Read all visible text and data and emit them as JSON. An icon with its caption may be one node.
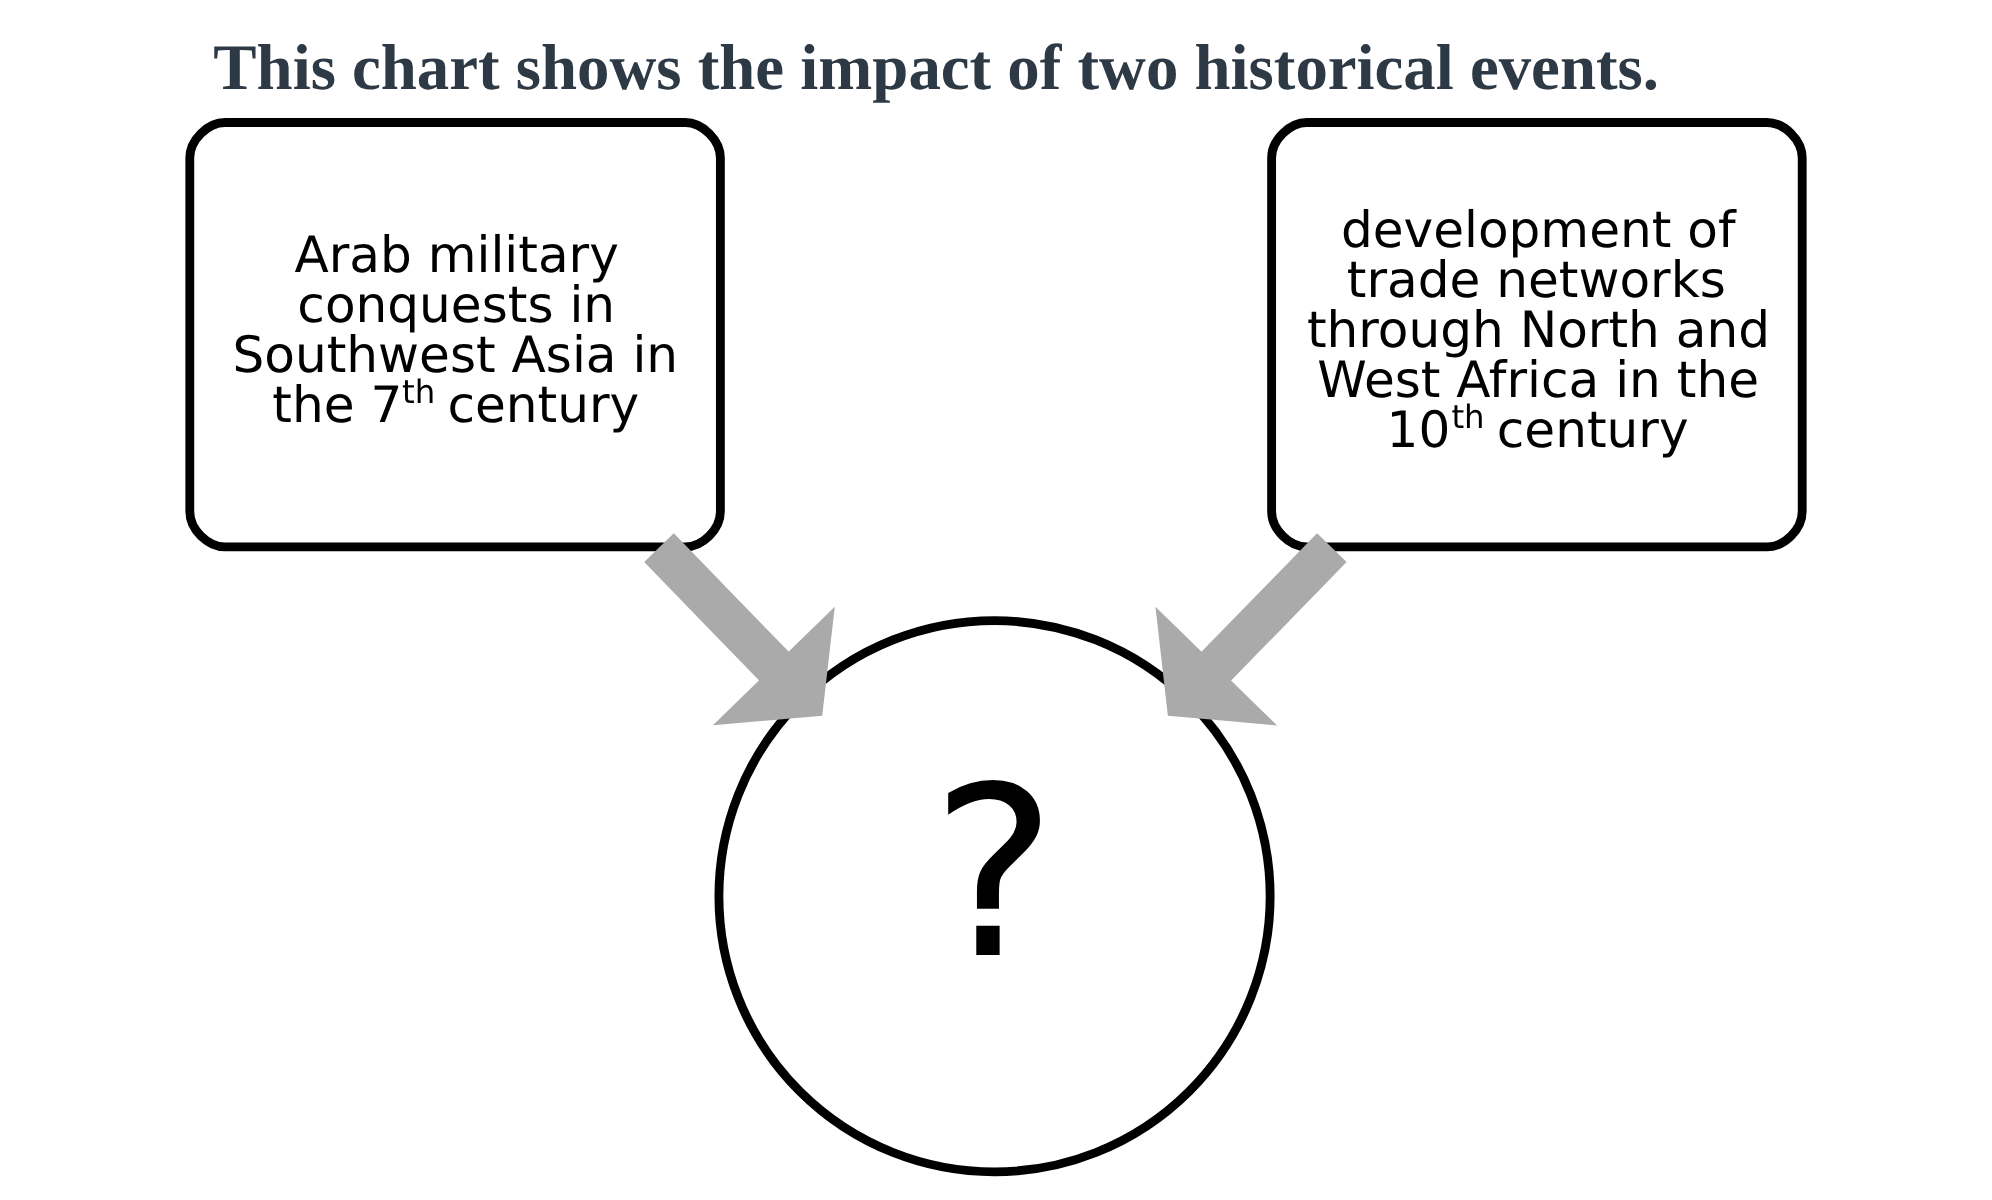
{
  "diagram": {
    "title": "This chart shows the impact of two historical events.",
    "nodes": [
      {
        "text": [
          "Arab military conquests in Southwest Asia in the 7$^{th}$ century"
        ]
      },
      {
        "text": [
          "development of trade networks through North and West Africa in the 10$^{th}$ century"
        ]
      },
      {
        "text": [
          "?"
        ]
      }
    ],
    "edges": [
      {
        "from": 0,
        "to": 2,
        "arrow": "to"
      },
      {
        "from": 1,
        "to": 2,
        "arrow": "to"
      }
    ]
  }
}
